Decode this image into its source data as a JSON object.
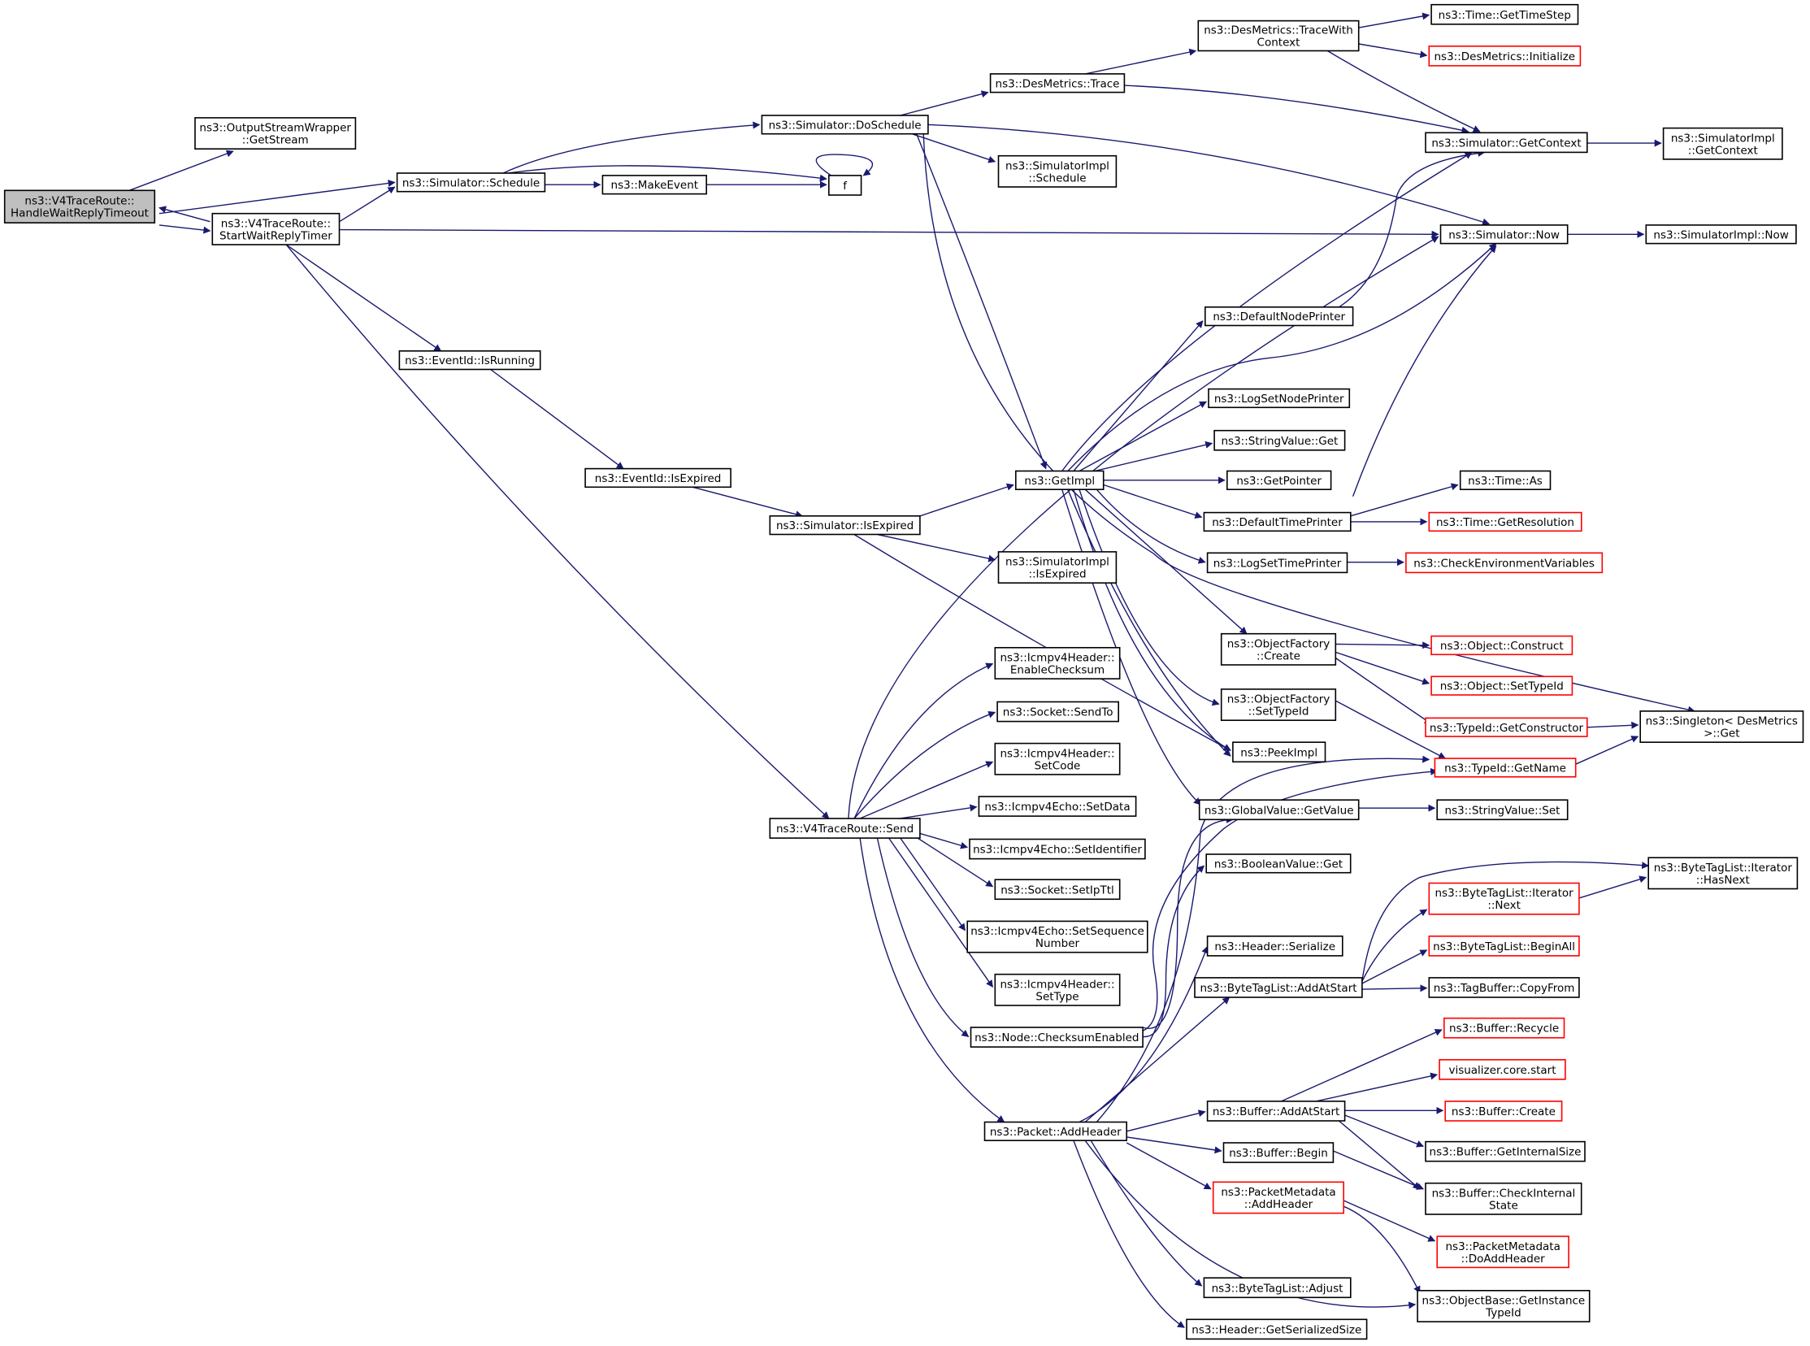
{
  "graph": {
    "edge_color": "#191970",
    "missing_color": "#ff0000",
    "root_fill": "#bfbfbf",
    "nodes": [
      {
        "id": "root",
        "lines": [
          "ns3::V4TraceRoute::",
          "HandleWaitReplyTimeout"
        ],
        "style": "root"
      },
      {
        "id": "oswGetStream",
        "lines": [
          "ns3::OutputStreamWrapper",
          "::GetStream"
        ]
      },
      {
        "id": "startWait",
        "lines": [
          "ns3::V4TraceRoute::",
          "StartWaitReplyTimer"
        ]
      },
      {
        "id": "simSchedule",
        "lines": [
          "ns3::Simulator::Schedule"
        ]
      },
      {
        "id": "makeEvent",
        "lines": [
          "ns3::MakeEvent"
        ]
      },
      {
        "id": "f",
        "lines": [
          "f"
        ]
      },
      {
        "id": "doSchedule",
        "lines": [
          "ns3::Simulator::DoSchedule"
        ]
      },
      {
        "id": "desTrace",
        "lines": [
          "ns3::DesMetrics::Trace"
        ]
      },
      {
        "id": "traceWithContext",
        "lines": [
          "ns3::DesMetrics::TraceWith",
          "Context"
        ]
      },
      {
        "id": "getTimeStep",
        "lines": [
          "ns3::Time::GetTimeStep"
        ]
      },
      {
        "id": "desInit",
        "lines": [
          "ns3::DesMetrics::Initialize"
        ],
        "style": "missing"
      },
      {
        "id": "getContext",
        "lines": [
          "ns3::Simulator::GetContext"
        ]
      },
      {
        "id": "implGetContext",
        "lines": [
          "ns3::SimulatorImpl",
          "::GetContext"
        ]
      },
      {
        "id": "implSchedule",
        "lines": [
          "ns3::SimulatorImpl",
          "::Schedule"
        ]
      },
      {
        "id": "simNow",
        "lines": [
          "ns3::Simulator::Now"
        ]
      },
      {
        "id": "implNow",
        "lines": [
          "ns3::SimulatorImpl::Now"
        ]
      },
      {
        "id": "defNodePrinter",
        "lines": [
          "ns3::DefaultNodePrinter"
        ]
      },
      {
        "id": "logSetNode",
        "lines": [
          "ns3::LogSetNodePrinter"
        ]
      },
      {
        "id": "strGet",
        "lines": [
          "ns3::StringValue::Get"
        ]
      },
      {
        "id": "getImpl",
        "lines": [
          "ns3::GetImpl"
        ]
      },
      {
        "id": "getPointer",
        "lines": [
          "ns3::GetPointer"
        ]
      },
      {
        "id": "timeAs",
        "lines": [
          "ns3::Time::As"
        ]
      },
      {
        "id": "defTimePrinter",
        "lines": [
          "ns3::DefaultTimePrinter"
        ]
      },
      {
        "id": "getResolution",
        "lines": [
          "ns3::Time::GetResolution"
        ],
        "style": "missing"
      },
      {
        "id": "logSetTime",
        "lines": [
          "ns3::LogSetTimePrinter"
        ]
      },
      {
        "id": "checkEnv",
        "lines": [
          "ns3::CheckEnvironmentVariables"
        ],
        "style": "missing"
      },
      {
        "id": "isRunning",
        "lines": [
          "ns3::EventId::IsRunning"
        ]
      },
      {
        "id": "isExpired",
        "lines": [
          "ns3::EventId::IsExpired"
        ]
      },
      {
        "id": "simIsExpired",
        "lines": [
          "ns3::Simulator::IsExpired"
        ]
      },
      {
        "id": "implIsExpired",
        "lines": [
          "ns3::SimulatorImpl",
          "::IsExpired"
        ]
      },
      {
        "id": "ofCreate",
        "lines": [
          "ns3::ObjectFactory",
          "::Create"
        ]
      },
      {
        "id": "objConstruct",
        "lines": [
          "ns3::Object::Construct"
        ],
        "style": "missing"
      },
      {
        "id": "objSetTypeId",
        "lines": [
          "ns3::Object::SetTypeId"
        ],
        "style": "missing"
      },
      {
        "id": "getConstructor",
        "lines": [
          "ns3::TypeId::GetConstructor"
        ],
        "style": "missing"
      },
      {
        "id": "singletonGet",
        "lines": [
          "ns3::Singleton< DesMetrics",
          ">::Get"
        ]
      },
      {
        "id": "ofSetTypeId",
        "lines": [
          "ns3::ObjectFactory",
          "::SetTypeId"
        ]
      },
      {
        "id": "peekImpl",
        "lines": [
          "ns3::PeekImpl"
        ]
      },
      {
        "id": "typeGetName",
        "lines": [
          "ns3::TypeId::GetName"
        ],
        "style": "missing"
      },
      {
        "id": "icmpEnable",
        "lines": [
          "ns3::Icmpv4Header::",
          "EnableChecksum"
        ]
      },
      {
        "id": "sockSendTo",
        "lines": [
          "ns3::Socket::SendTo"
        ]
      },
      {
        "id": "icmpSetCode",
        "lines": [
          "ns3::Icmpv4Header::",
          "SetCode"
        ]
      },
      {
        "id": "echoSetData",
        "lines": [
          "ns3::Icmpv4Echo::SetData"
        ]
      },
      {
        "id": "v4Send",
        "lines": [
          "ns3::V4TraceRoute::Send"
        ]
      },
      {
        "id": "gvGetValue",
        "lines": [
          "ns3::GlobalValue::GetValue"
        ]
      },
      {
        "id": "strSet",
        "lines": [
          "ns3::StringValue::Set"
        ]
      },
      {
        "id": "echoSetId",
        "lines": [
          "ns3::Icmpv4Echo::SetIdentifier"
        ]
      },
      {
        "id": "boolGet",
        "lines": [
          "ns3::BooleanValue::Get"
        ]
      },
      {
        "id": "sockSetTtl",
        "lines": [
          "ns3::Socket::SetIpTtl"
        ]
      },
      {
        "id": "btlIterHasNext",
        "lines": [
          "ns3::ByteTagList::Iterator",
          "::HasNext"
        ]
      },
      {
        "id": "btlIterNext",
        "lines": [
          "ns3::ByteTagList::Iterator",
          "::Next"
        ],
        "style": "missing"
      },
      {
        "id": "echoSetSeq",
        "lines": [
          "ns3::Icmpv4Echo::SetSequence",
          "Number"
        ]
      },
      {
        "id": "hdrSerialize",
        "lines": [
          "ns3::Header::Serialize"
        ]
      },
      {
        "id": "btlBeginAll",
        "lines": [
          "ns3::ByteTagList::BeginAll"
        ],
        "style": "missing"
      },
      {
        "id": "btlAddAtStart",
        "lines": [
          "ns3::ByteTagList::AddAtStart"
        ]
      },
      {
        "id": "tagCopyFrom",
        "lines": [
          "ns3::TagBuffer::CopyFrom"
        ]
      },
      {
        "id": "icmpSetType",
        "lines": [
          "ns3::Icmpv4Header::",
          "SetType"
        ]
      },
      {
        "id": "nodeChecksum",
        "lines": [
          "ns3::Node::ChecksumEnabled"
        ]
      },
      {
        "id": "bufRecycle",
        "lines": [
          "ns3::Buffer::Recycle"
        ],
        "style": "missing"
      },
      {
        "id": "vizStart",
        "lines": [
          "visualizer.core.start"
        ],
        "style": "missing"
      },
      {
        "id": "bufAddAtStart",
        "lines": [
          "ns3::Buffer::AddAtStart"
        ]
      },
      {
        "id": "bufCreate",
        "lines": [
          "ns3::Buffer::Create"
        ],
        "style": "missing"
      },
      {
        "id": "pktAddHeader",
        "lines": [
          "ns3::Packet::AddHeader"
        ]
      },
      {
        "id": "bufGetInternal",
        "lines": [
          "ns3::Buffer::GetInternalSize"
        ]
      },
      {
        "id": "bufBegin",
        "lines": [
          "ns3::Buffer::Begin"
        ]
      },
      {
        "id": "bufCheckInternal",
        "lines": [
          "ns3::Buffer::CheckInternal",
          "State"
        ]
      },
      {
        "id": "pmAddHeader",
        "lines": [
          "ns3::PacketMetadata",
          "::AddHeader"
        ],
        "style": "missing"
      },
      {
        "id": "pmDoAddHeader",
        "lines": [
          "ns3::PacketMetadata",
          "::DoAddHeader"
        ],
        "style": "missing"
      },
      {
        "id": "btlAdjust",
        "lines": [
          "ns3::ByteTagList::Adjust"
        ]
      },
      {
        "id": "getInstanceTypeId",
        "lines": [
          "ns3::ObjectBase::GetInstance",
          "TypeId"
        ]
      },
      {
        "id": "hdrGetSize",
        "lines": [
          "ns3::Header::GetSerializedSize"
        ]
      }
    ]
  }
}
